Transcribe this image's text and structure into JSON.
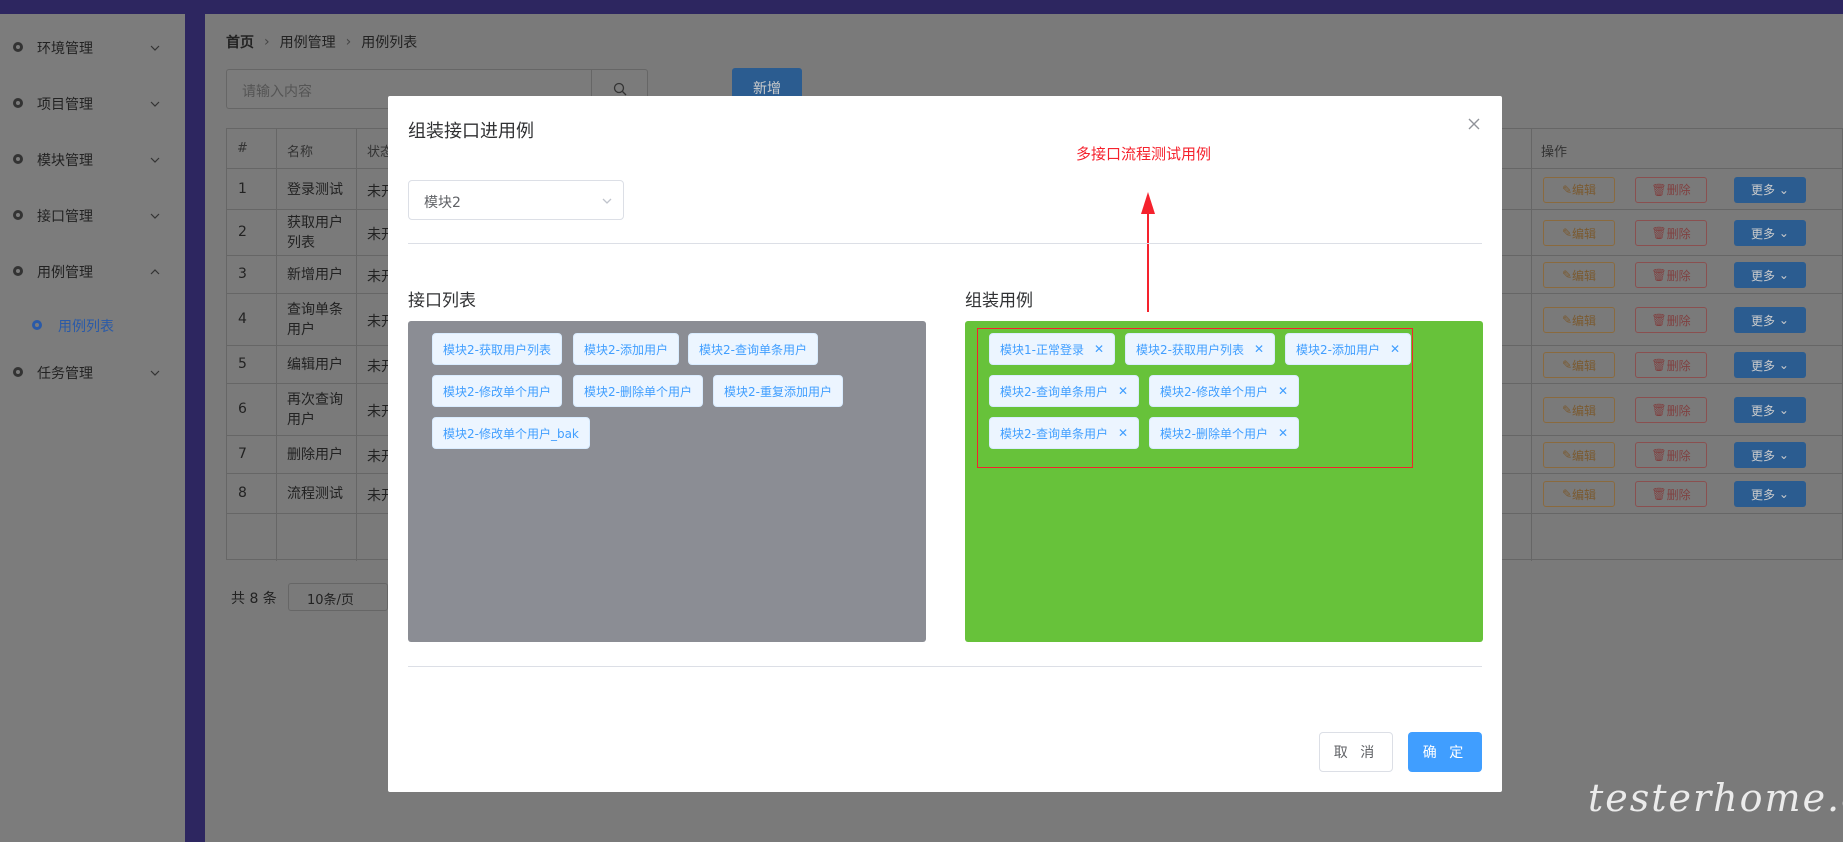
{
  "sidebar": {
    "items": [
      {
        "label": "环境管理"
      },
      {
        "label": "项目管理"
      },
      {
        "label": "模块管理"
      },
      {
        "label": "接口管理"
      },
      {
        "label": "用例管理"
      },
      {
        "label": "任务管理"
      }
    ],
    "sub_item": "用例列表"
  },
  "breadcrumb": [
    "首页",
    "用例管理",
    "用例列表"
  ],
  "search": {
    "placeholder": "请输入内容"
  },
  "new_button": "新增",
  "table": {
    "headers": {
      "index": "#",
      "name": "名称",
      "status": "状态",
      "ops": "操作"
    },
    "rows": [
      {
        "index": "1",
        "name": "登录测试",
        "status": "未开"
      },
      {
        "index": "2",
        "name": "获取用户列表",
        "status": "未开"
      },
      {
        "index": "3",
        "name": "新增用户",
        "status": "未开"
      },
      {
        "index": "4",
        "name": "查询单条用户",
        "status": "未开"
      },
      {
        "index": "5",
        "name": "编辑用户",
        "status": "未开"
      },
      {
        "index": "6",
        "name": "再次查询用户",
        "status": "未开"
      },
      {
        "index": "7",
        "name": "删除用户",
        "status": "未开"
      },
      {
        "index": "8",
        "name": "流程测试",
        "status": "未开"
      }
    ],
    "edit_label": "编辑",
    "delete_label": "删除",
    "more_label": "更多"
  },
  "pagination": {
    "total": "共 8 条",
    "page_size": "10条/页"
  },
  "modal": {
    "title": "组装接口进用例",
    "selected_module": "模块2",
    "annotation": "多接口流程测试用例",
    "left_title": "接口列表",
    "right_title": "组装用例",
    "left_tags": [
      "模块2-获取用户列表",
      "模块2-添加用户",
      "模块2-查询单条用户",
      "模块2-修改单个用户",
      "模块2-删除单个用户",
      "模块2-重复添加用户",
      "模块2-修改单个用户_bak"
    ],
    "right_tags": [
      "模块1-正常登录",
      "模块2-获取用户列表",
      "模块2-添加用户",
      "模块2-查询单条用户",
      "模块2-修改单个用户",
      "模块2-查询单条用户",
      "模块2-删除单个用户"
    ],
    "cancel": "取 消",
    "confirm": "确 定"
  },
  "watermark": "testerhome.com",
  "colors": {
    "primary": "#409eff",
    "success": "#67c23a",
    "danger": "#f5222d",
    "sidebar_dark": "#2d2660"
  }
}
